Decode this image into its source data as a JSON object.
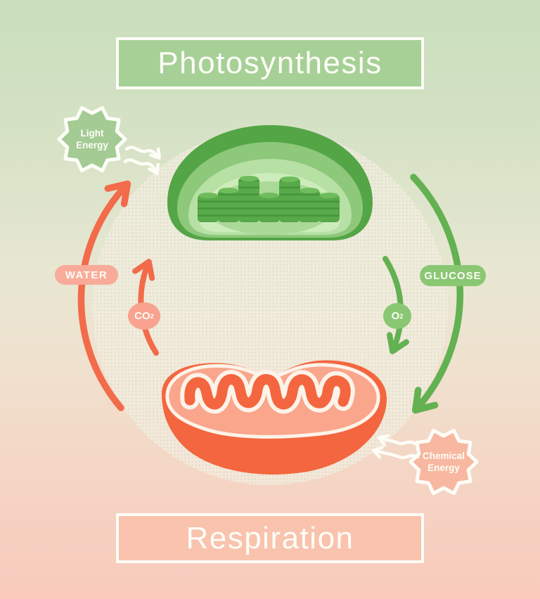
{
  "header": {
    "photosynthesis_title": "Photosynthesis"
  },
  "footer": {
    "respiration_title": "Respiration"
  },
  "badges": {
    "water": "WATER",
    "glucose": "GLUCOSE",
    "co2": {
      "base": "CO",
      "sub": "2"
    },
    "o2": {
      "base": "O",
      "sub": "2"
    }
  },
  "starbursts": {
    "light": {
      "line1": "Light",
      "line2": "Energy"
    },
    "chemical": {
      "line1": "Chemical",
      "line2": "Energy"
    }
  },
  "colors": {
    "photosynthesis_box_green": "#a7d096",
    "respiration_box_salmon": "#f9c3ae",
    "arrow_green": "#63b151",
    "arrow_orange": "#f26b4a",
    "badge_green": "#8ac773",
    "badge_salmon": "#f9ab9a",
    "chloroplast_dark_green": "#54a546",
    "mitochondrion_orange": "#f3663f",
    "mitochondrion_salmon": "#f9a68c"
  }
}
